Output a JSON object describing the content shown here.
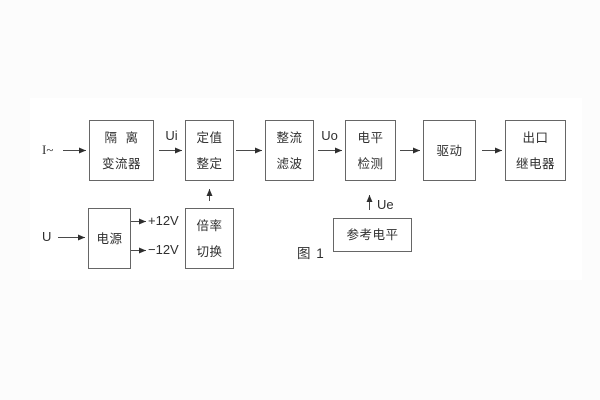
{
  "caption": "图 1",
  "signals": {
    "input_current": "I~",
    "input_voltage": "U",
    "ui": "Ui",
    "uo": "Uo",
    "ue": "Ue",
    "rail_positive": "+12V",
    "rail_negative": "−12V"
  },
  "blocks": {
    "isolation": {
      "lines": [
        "隔  离",
        "变流器"
      ]
    },
    "setpoint": {
      "lines": [
        "定值",
        "整定"
      ]
    },
    "rectify_filter": {
      "lines": [
        "整流",
        "滤波"
      ]
    },
    "level_detect": {
      "lines": [
        "电平",
        "检测"
      ]
    },
    "drive": {
      "lines": [
        "驱动"
      ]
    },
    "output_relay": {
      "lines": [
        "出口",
        "继电器"
      ]
    },
    "power": {
      "lines": [
        "电源"
      ]
    },
    "multiplier_switch": {
      "lines": [
        "倍率",
        "切换"
      ]
    },
    "reference_level": {
      "lines": [
        "参考电平"
      ]
    }
  },
  "colors": {
    "line": "#4a4a4a",
    "text": "#2f2f2f",
    "border": "#666666",
    "panel": "#ffffff",
    "background": "#fcfcfc"
  }
}
